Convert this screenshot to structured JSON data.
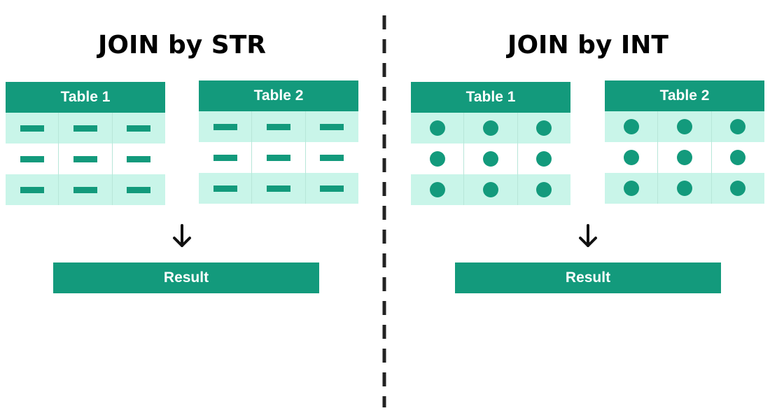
{
  "left": {
    "title": "JOIN by STR",
    "table1_label": "Table 1",
    "table2_label": "Table 2",
    "cell_marker": "dash-icon",
    "result_label": "Result"
  },
  "right": {
    "title": "JOIN by INT",
    "table1_label": "Table 1",
    "table2_label": "Table 2",
    "cell_marker": "dot-icon",
    "result_label": "Result"
  },
  "colors": {
    "accent": "#139a7c",
    "row_shaded": "#c9f5e9",
    "row_plain": "#ffffff",
    "divider": "#222222"
  }
}
